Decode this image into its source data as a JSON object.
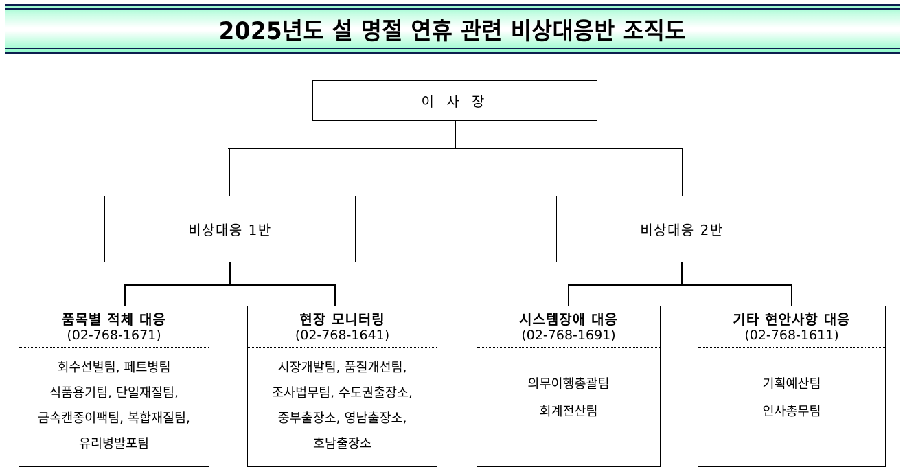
{
  "banner": {
    "title": "2025년도 설 명절 연휴 관련 비상대응반 조직도",
    "gradient_top_color": "#9dfbd0",
    "gradient_mid_color": "#ffffff",
    "border_color": "#0d1f4f"
  },
  "org": {
    "root": {
      "title": "이 사 장"
    },
    "level2": [
      {
        "title": "비상대응 1반"
      },
      {
        "title": "비상대응 2반"
      }
    ],
    "level3": [
      {
        "name": "품목별 적체 대응",
        "phone": "(02-768-1671)",
        "teams": [
          "회수선별팀, 페트병팀",
          "식품용기팀, 단일재질팀,",
          "금속캔종이팩팀, 복합재질팀,",
          "유리병발포팀"
        ]
      },
      {
        "name": "현장 모니터링",
        "phone": "(02-768-1641)",
        "teams": [
          "시장개발팀, 품질개선팀,",
          "조사법무팀, 수도권출장소,",
          "중부출장소, 영남출장소,",
          "호남출장소"
        ]
      },
      {
        "name": "시스템장애 대응",
        "phone": "(02-768-1691)",
        "teams": [
          "의무이행총괄팀",
          "회계전산팀"
        ]
      },
      {
        "name": "기타 현안사항 대응",
        "phone": "(02-768-1611)",
        "teams": [
          "기획예산팀",
          "인사총무팀"
        ]
      }
    ]
  }
}
